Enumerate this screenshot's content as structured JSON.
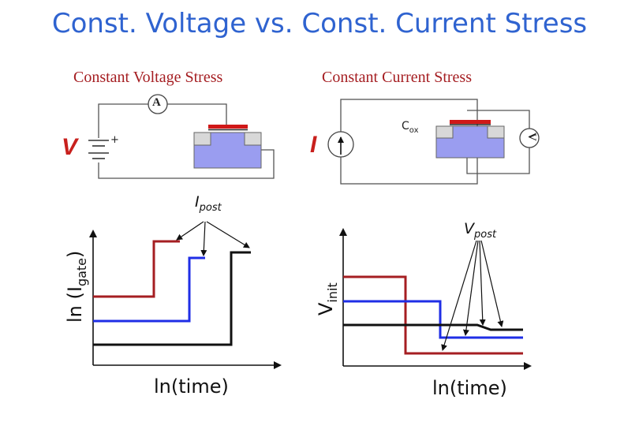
{
  "title": "Const. Voltage vs. Const. Current Stress",
  "left_panel": {
    "heading": "Constant Voltage Stress",
    "source_label": "V",
    "meter_label": "A",
    "annotation": {
      "base": "I",
      "sub": "post"
    },
    "ylabel": {
      "base": "ln (I",
      "sub": "gate",
      "tail": ")"
    },
    "xlabel": "ln(time)"
  },
  "right_panel": {
    "heading": "Constant Current Stress",
    "source_label": "I",
    "meter_label": "V",
    "capacitor_label": {
      "base": "C",
      "sub": "ox"
    },
    "annotation": {
      "base": "V",
      "sub": "post"
    },
    "ylabel": {
      "base": "V",
      "sub": "init"
    },
    "xlabel": "ln(time)"
  },
  "colors": {
    "title": "#2f63d0",
    "heading": "#a51e22",
    "source": "#c8201d",
    "dark_red": "#a51e22",
    "blue": "#1f2ee6",
    "black": "#111111",
    "channel": "#9a9df0",
    "gate": "#d01818",
    "wire": "#555555"
  }
}
